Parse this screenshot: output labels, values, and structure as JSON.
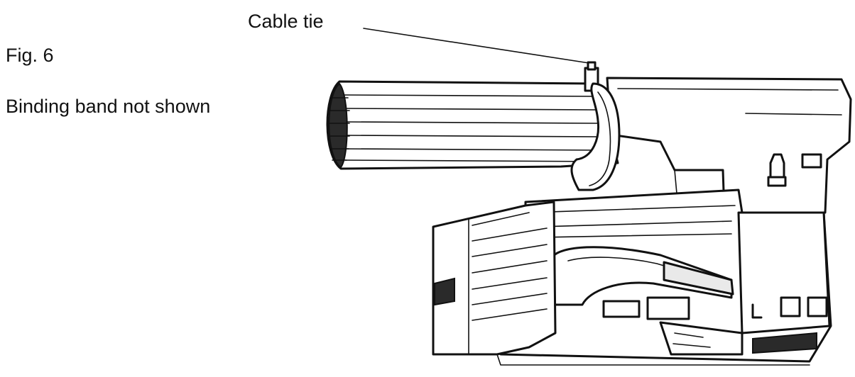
{
  "labels": {
    "cable_tie": "Cable tie",
    "figure": "Fig. 6",
    "note": "Binding band not shown"
  },
  "colors": {
    "line": "#111111",
    "background": "#ffffff"
  }
}
